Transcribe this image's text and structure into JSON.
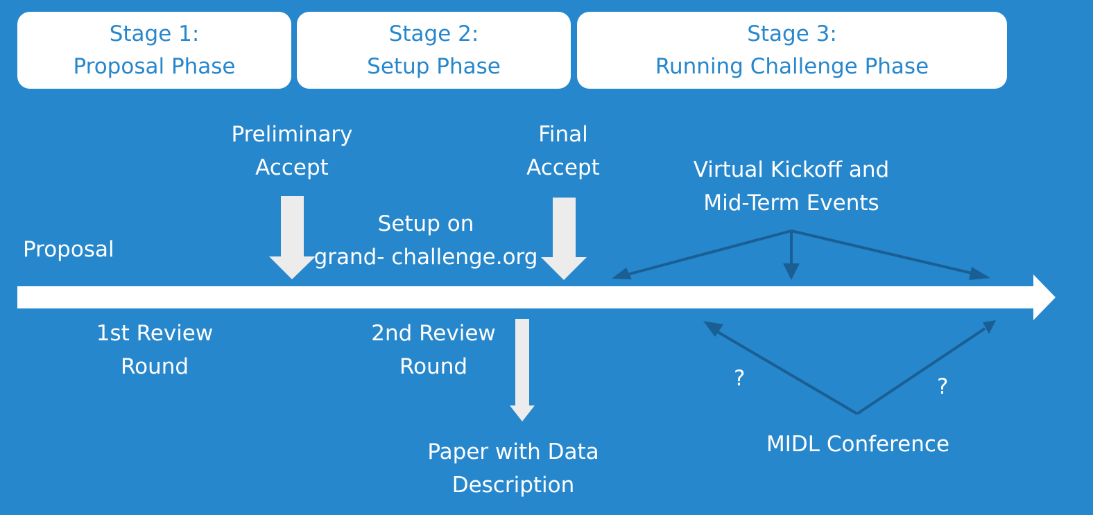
{
  "stages": [
    {
      "line1": "Stage 1:",
      "line2": "Proposal Phase"
    },
    {
      "line1": "Stage 2:",
      "line2": "Setup Phase"
    },
    {
      "line1": "Stage 3:",
      "line2": "Running Challenge Phase"
    }
  ],
  "labels": {
    "proposal": "Proposal",
    "preliminary_accept": [
      "Preliminary",
      "Accept"
    ],
    "final_accept": [
      "Final",
      "Accept"
    ],
    "setup": [
      "Setup on",
      "grand- challenge.org"
    ],
    "virtual_events": [
      "Virtual Kickoff and",
      "Mid-Term Events"
    ],
    "first_review": [
      "1st Review",
      "Round"
    ],
    "second_review": [
      "2nd Review",
      "Round"
    ],
    "paper": [
      "Paper with Data",
      "Description"
    ],
    "midl": "MIDL Conference",
    "question_left": "?",
    "question_right": "?"
  },
  "colors": {
    "background": "#2787cc",
    "box": "#ffffff",
    "stage_text": "#2787cc",
    "timeline": "#ffffff",
    "light_arrow": "#ececec",
    "dark_arrow": "#1a5f94"
  }
}
